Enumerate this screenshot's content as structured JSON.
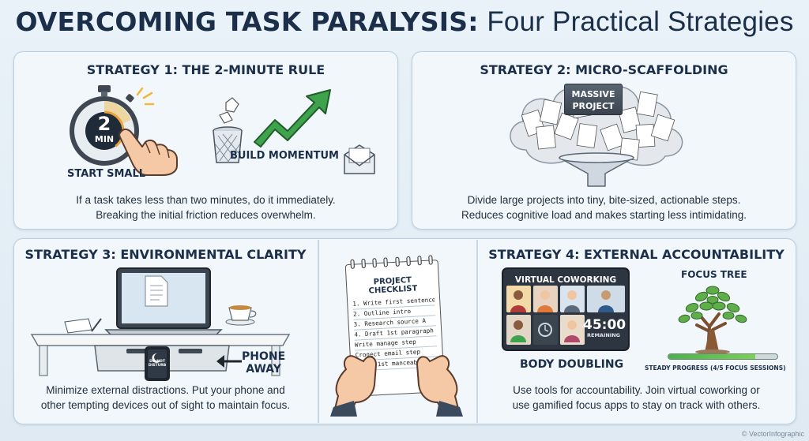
{
  "header": {
    "title_bold": "OVERCOMING TASK PARALYSIS:",
    "title_light": "Four Practical Strategies"
  },
  "strategy1": {
    "heading": "STRATEGY 1: THE 2-MINUTE RULE",
    "timer_number": "2",
    "timer_unit": "MIN",
    "label_start": "START SMALL",
    "label_momentum": "BUILD MOMENTUM",
    "body_line1": "If a task takes less than two minutes, do it immediately.",
    "body_line2": "Breaking the initial friction reduces overwhelm."
  },
  "strategy2": {
    "heading": "STRATEGY 2: MICRO-SCAFFOLDING",
    "box_line1": "MASSIVE",
    "box_line2": "PROJECT",
    "body_line1": "Divide large projects into tiny, bite-sized, actionable steps.",
    "body_line2": "Reduces cognitive load and makes starting less intimidating."
  },
  "strategy3": {
    "heading": "STRATEGY 3: ENVIRONMENTAL CLARITY",
    "label_phone_1": "PHONE",
    "label_phone_2": "AWAY",
    "phone_screen_1": "DO NOT",
    "phone_screen_2": "DISTURB",
    "body_line1": "Minimize external distractions. Put your phone and",
    "body_line2": "other tempting devices out of sight to maintain focus."
  },
  "checklist": {
    "title_line1": "PROJECT",
    "title_line2": "CHECKLIST",
    "items": [
      "1. Write first sentence",
      "2. Outline intro",
      "3. Research source A",
      "4. Draft 1st paragraph",
      "Write manage step",
      "Crogect email step",
      "Draft 1st manceable."
    ]
  },
  "strategy4": {
    "heading": "STRATEGY 4: EXTERNAL ACCOUNTABILITY",
    "screen_title": "VIRTUAL COWORKING",
    "timer": "45:00",
    "timer_sub": "REMAINING",
    "label_body_doubling": "BODY DOUBLING",
    "label_focus_tree": "FOCUS TREE",
    "progress_label": "STEADY PROGRESS (4/5 FOCUS SESSIONS)",
    "progress_fraction": 0.8,
    "body_line1": "Use tools for accountability. Join virtual coworking or",
    "body_line2": "use gamified focus apps to stay on track with others."
  },
  "credit": "© VectorInfographic",
  "colors": {
    "navy": "#1c2f4a",
    "panel_bg": "#f2f7fb",
    "accent_green": "#3fa34d",
    "accent_orange": "#e8a33a"
  }
}
